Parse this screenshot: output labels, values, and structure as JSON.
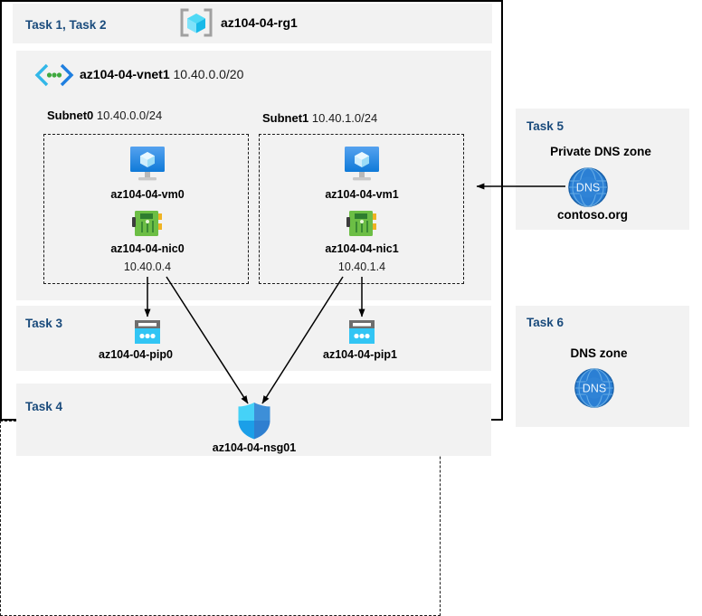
{
  "resource_group": {
    "task_label": "Task 1, Task 2",
    "name": "az104-04-rg1",
    "icon": "resource-group-cube-icon"
  },
  "vnet": {
    "name": "az104-04-vnet1",
    "cidr": "10.40.0.0/20",
    "icon": "virtual-network-icon"
  },
  "subnets": [
    {
      "name": "Subnet0",
      "cidr": "10.40.0.0/24",
      "vm": {
        "name": "az104-04-vm0",
        "icon": "virtual-machine-icon"
      },
      "nic": {
        "name": "az104-04-nic0",
        "ip": "10.40.0.4",
        "icon": "network-interface-icon"
      }
    },
    {
      "name": "Subnet1",
      "cidr": "10.40.1.0/24",
      "vm": {
        "name": "az104-04-vm1",
        "icon": "virtual-machine-icon"
      },
      "nic": {
        "name": "az104-04-nic1",
        "ip": "10.40.1.4",
        "icon": "network-interface-icon"
      }
    }
  ],
  "task3": {
    "task_label": "Task 3",
    "public_ips": [
      {
        "name": "az104-04-pip0",
        "icon": "public-ip-address-icon"
      },
      {
        "name": "az104-04-pip1",
        "icon": "public-ip-address-icon"
      }
    ]
  },
  "task4": {
    "task_label": "Task 4",
    "nsg": {
      "name": "az104-04-nsg01",
      "icon": "network-security-group-shield-icon"
    }
  },
  "task5": {
    "task_label": "Task 5",
    "heading": "Private DNS zone",
    "zone_name": "contoso.org",
    "icon": "dns-globe-icon",
    "icon_text": "DNS"
  },
  "task6": {
    "task_label": "Task 6",
    "heading": "DNS zone",
    "icon": "dns-globe-icon",
    "icon_text": "DNS"
  },
  "colors": {
    "task_label": "#1a4b7c",
    "panel_bg": "#f2f2f2",
    "azure_blue": "#0078d4",
    "cyan": "#32c5f4",
    "nic_green": "#6bbd45",
    "dns_blue": "#1f6fc4"
  }
}
